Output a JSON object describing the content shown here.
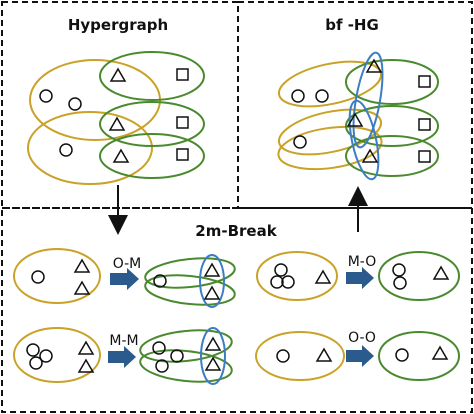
{
  "panels": {
    "hypergraph_title": "Hypergraph",
    "bfhg_title": "bf -HG",
    "break_title": "2m-Break"
  },
  "operations": {
    "om": "O-M",
    "mo": "M-O",
    "mm": "M-M",
    "oo": "O-O"
  },
  "colors": {
    "gold": "#c9a227",
    "green": "#4a8a2e",
    "blue": "#3c7dc4",
    "arrow_fill": "#2b5a8c",
    "border": "#111111"
  }
}
